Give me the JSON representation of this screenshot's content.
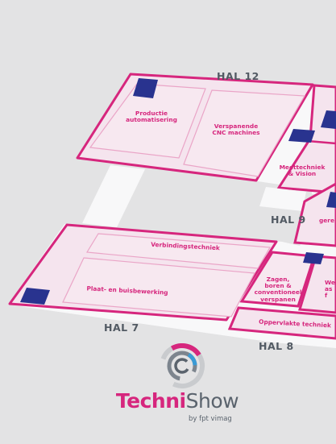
{
  "halls": {
    "hal_12": "HAL 12",
    "hal_9": "HAL 9",
    "hal_7": "HAL 7",
    "hal_8": "HAL 8"
  },
  "zones": {
    "productie_automatisering": "Productie\nautomatisering",
    "verspanende_cnc": "Verspanende\nCNC machines",
    "meettechniek_vision": "Meettechniek\n& Vision",
    "verbindingstechniek": "Verbindingstechniek",
    "plaat_buisbewerking": "Plaat- en buisbewerking",
    "zagen_boren": "Zagen,\nboren &\nconventioneel\nverspanen",
    "oppervlakte_techniek": "Oppervlakte techniek",
    "partial_gere": "gere",
    "partial_we": "We\nas\nf"
  },
  "logo": {
    "name_part1": "Techni",
    "name_part2": "Show",
    "tagline": "by fpt vimag",
    "icon": "technishow-ring-icon"
  },
  "colors": {
    "background": "#e3e3e4",
    "hall_border": "#d6267d",
    "hall_fill": "#f7e8f0",
    "corridor": "#f8f8f9",
    "marker": "#29338f",
    "hall_label": "#525a63"
  }
}
